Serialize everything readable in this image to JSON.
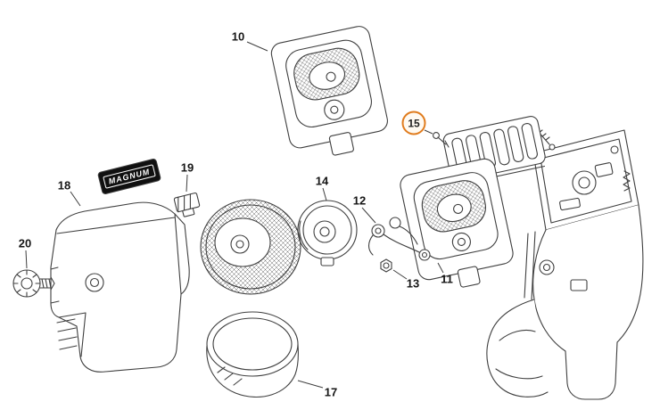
{
  "figure": {
    "background": "#ffffff",
    "line_color": "#3f3f3f",
    "highlight_color": "#e07c1e",
    "description": "Exploded parts diagram of chainsaw air filter and carburetor box assembly"
  },
  "labels": {
    "p10": "10",
    "p11": "11",
    "p12": "12",
    "p13": "13",
    "p14": "14",
    "p15": "15",
    "p17": "17",
    "p18": "18",
    "p19": "19",
    "p20": "20"
  },
  "highlight": {
    "part": "15"
  },
  "badge": {
    "text": "MAGNUM"
  }
}
